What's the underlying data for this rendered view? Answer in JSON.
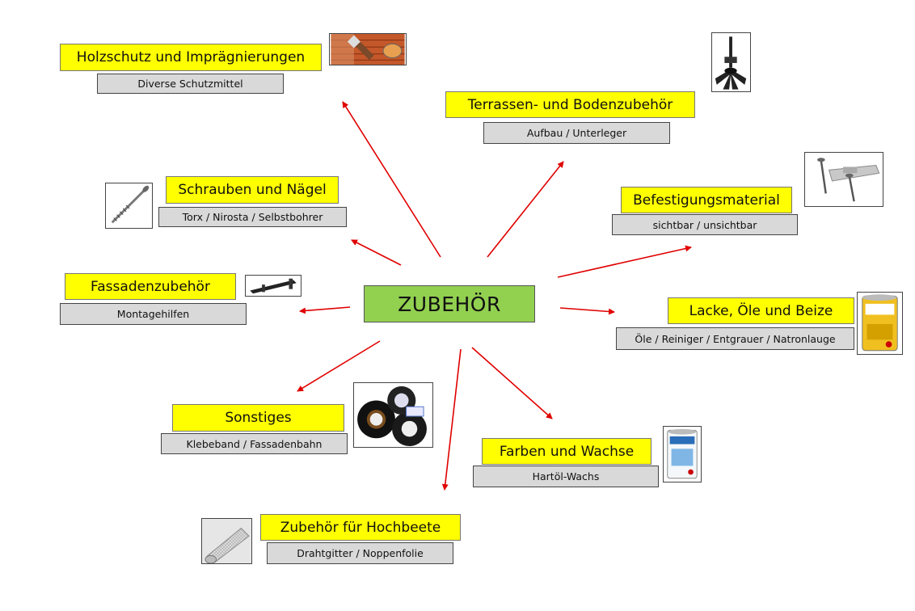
{
  "center": {
    "label": "ZUBEHÖR"
  },
  "categories": [
    {
      "title": "Holzschutz und Imprägnierungen",
      "subtitle": "Diverse Schutzmittel",
      "icon": "wood-painting-icon"
    },
    {
      "title": "Terrassen- und Bodenzubehör",
      "subtitle": "Aufbau / Unterleger",
      "icon": "adjustable-pedestal-icon"
    },
    {
      "title": "Schrauben und Nägel",
      "subtitle": "Torx / Nirosta / Selbstbohrer",
      "icon": "screw-icon"
    },
    {
      "title": "Befestigungsmaterial",
      "subtitle": "sichtbar / unsichtbar",
      "icon": "deck-clip-icon"
    },
    {
      "title": "Fassadenzubehör",
      "subtitle": "Montagehilfen",
      "icon": "mounting-bracket-icon"
    },
    {
      "title": "Lacke, Öle und Beize",
      "subtitle": "Öle / Reiniger / Entgrauer / Natronlauge",
      "icon": "oil-can-icon"
    },
    {
      "title": "Sonstiges",
      "subtitle": "Klebeband / Fassadenbahn",
      "icon": "tape-rolls-icon"
    },
    {
      "title": "Farben und Wachse",
      "subtitle": "Hartöl-Wachs",
      "icon": "wax-can-icon"
    },
    {
      "title": "Zubehör für Hochbeete",
      "subtitle": "Drahtgitter / Noppenfolie",
      "icon": "wire-mesh-roll-icon"
    }
  ],
  "colors": {
    "center": "#92d050",
    "title": "#ffff00",
    "subtitle": "#d9d9d9",
    "arrow": "#e00000"
  }
}
